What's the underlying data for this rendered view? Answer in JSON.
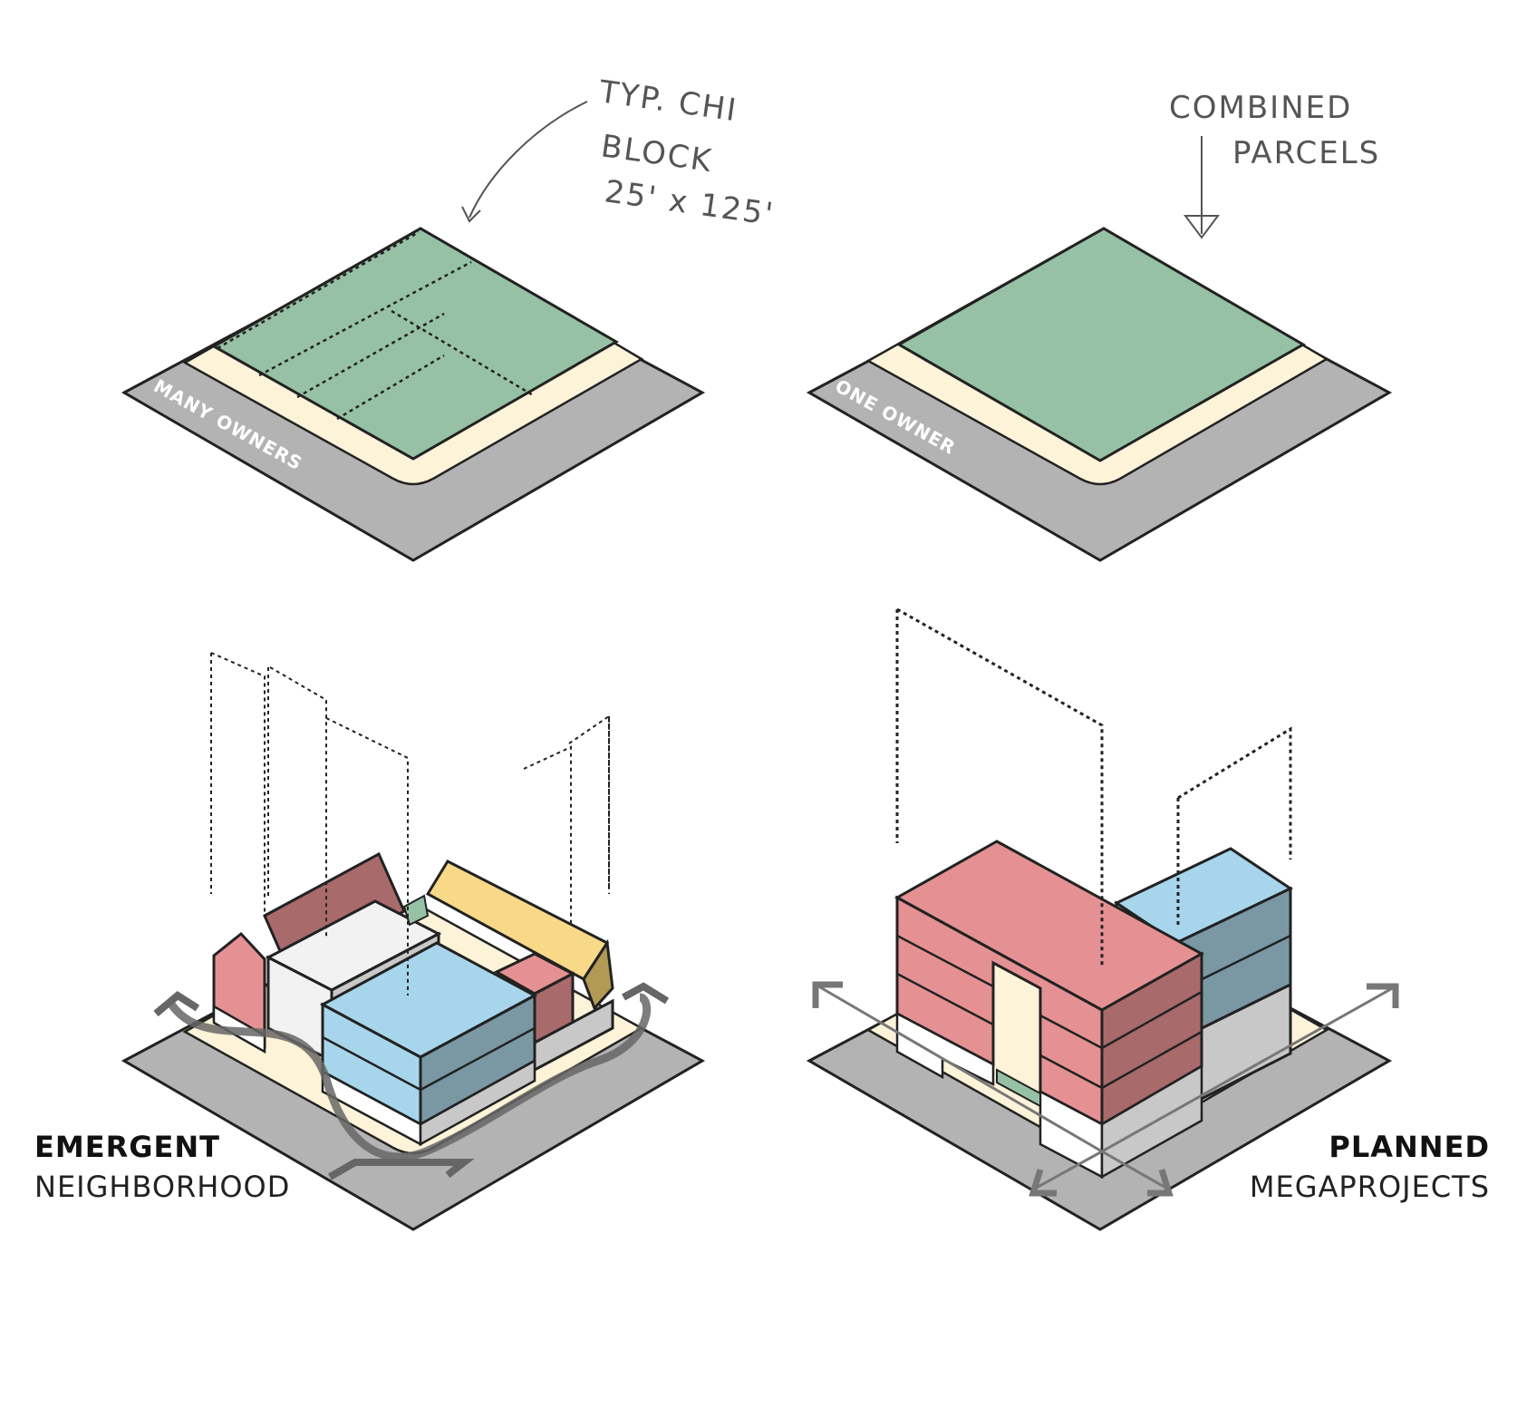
{
  "annotations": {
    "left_note_line1": "TYP. CHI",
    "left_note_line2": "BLOCK",
    "left_note_line3": "25' x 125'",
    "right_note_line1": "COMBINED",
    "right_note_line2": "PARCELS"
  },
  "street_labels": {
    "left": "MANY OWNERS",
    "right": "ONE OWNER"
  },
  "captions": {
    "left_title": "EMERGENT",
    "left_subtitle": "NEIGHBORHOOD",
    "right_title": "PLANNED",
    "right_subtitle": "MEGAPROJECTS"
  },
  "colors": {
    "street": "#b3b3b3",
    "sidewalk": "#fdf3d8",
    "parcel": "#96c1a5",
    "red_building": "#e59193",
    "red_building_dark": "#a96a6c",
    "blue_building": "#a7d6ec",
    "blue_building_dark": "#7a98a4",
    "yellow_building": "#f7d987",
    "yellow_building_dark": "#b29a55",
    "white_building": "#f2f2f2",
    "gray_building": "#c8c8c8",
    "arrow": "#777777"
  }
}
